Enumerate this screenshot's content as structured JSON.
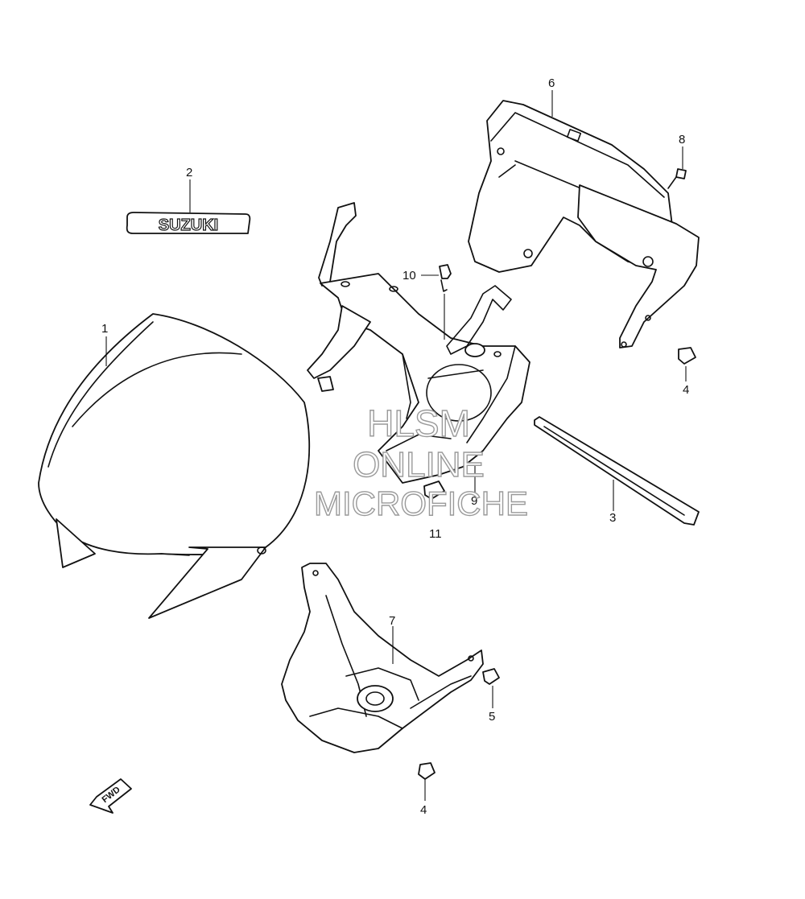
{
  "callouts": [
    {
      "id": "1",
      "text": "1"
    },
    {
      "id": "2",
      "text": "2"
    },
    {
      "id": "3",
      "text": "3"
    },
    {
      "id": "4a",
      "text": "4"
    },
    {
      "id": "4b",
      "text": "4"
    },
    {
      "id": "5",
      "text": "5"
    },
    {
      "id": "6",
      "text": "6"
    },
    {
      "id": "7",
      "text": "7"
    },
    {
      "id": "8",
      "text": "8"
    },
    {
      "id": "9",
      "text": "9"
    },
    {
      "id": "10",
      "text": "10"
    },
    {
      "id": "11",
      "text": "11"
    }
  ],
  "emblem_text": "SUZUKI",
  "watermark": {
    "line1": "HLSM",
    "line2": "ONLINE",
    "line3": "MICROFICHE"
  },
  "fwd_arrow_text": "FWD"
}
